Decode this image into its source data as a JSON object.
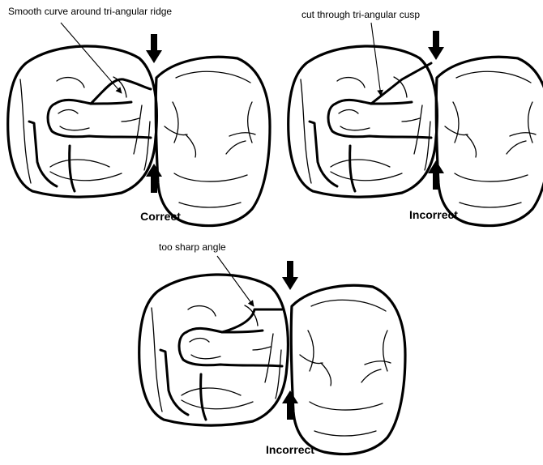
{
  "panels": [
    {
      "annotation": "Smooth curve around tri-angular ridge",
      "caption": "Correct"
    },
    {
      "annotation": "cut through tri-angular cusp",
      "caption": "Incorrect"
    },
    {
      "annotation": "too sharp angle",
      "caption": "Incorrect"
    }
  ]
}
